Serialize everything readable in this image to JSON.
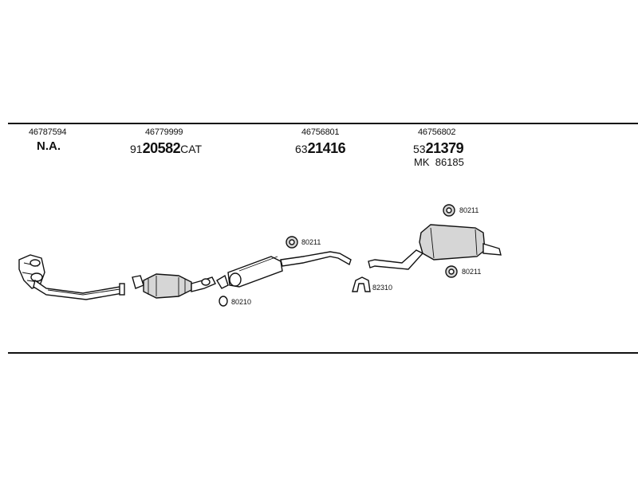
{
  "columns": [
    {
      "oem": "46787594",
      "part_plain": "",
      "part_bold": "N.A.",
      "part_suffix": ""
    },
    {
      "oem": "46779999",
      "part_plain": "91",
      "part_bold": "20582",
      "part_suffix": "CAT"
    },
    {
      "oem": "46756801",
      "part_plain": "63",
      "part_bold": "21416",
      "part_suffix": ""
    },
    {
      "oem": "46756802",
      "part_plain": "53",
      "part_bold": "21379",
      "part_suffix": ""
    }
  ],
  "kit": {
    "prefix": "MK",
    "number": "86185"
  },
  "labels": {
    "clamp_catalyst": "80210",
    "ring_front_muffler": "80211",
    "ring_rear_top": "80211",
    "ring_rear_bottom": "80211",
    "clamp_tail": "82310"
  }
}
